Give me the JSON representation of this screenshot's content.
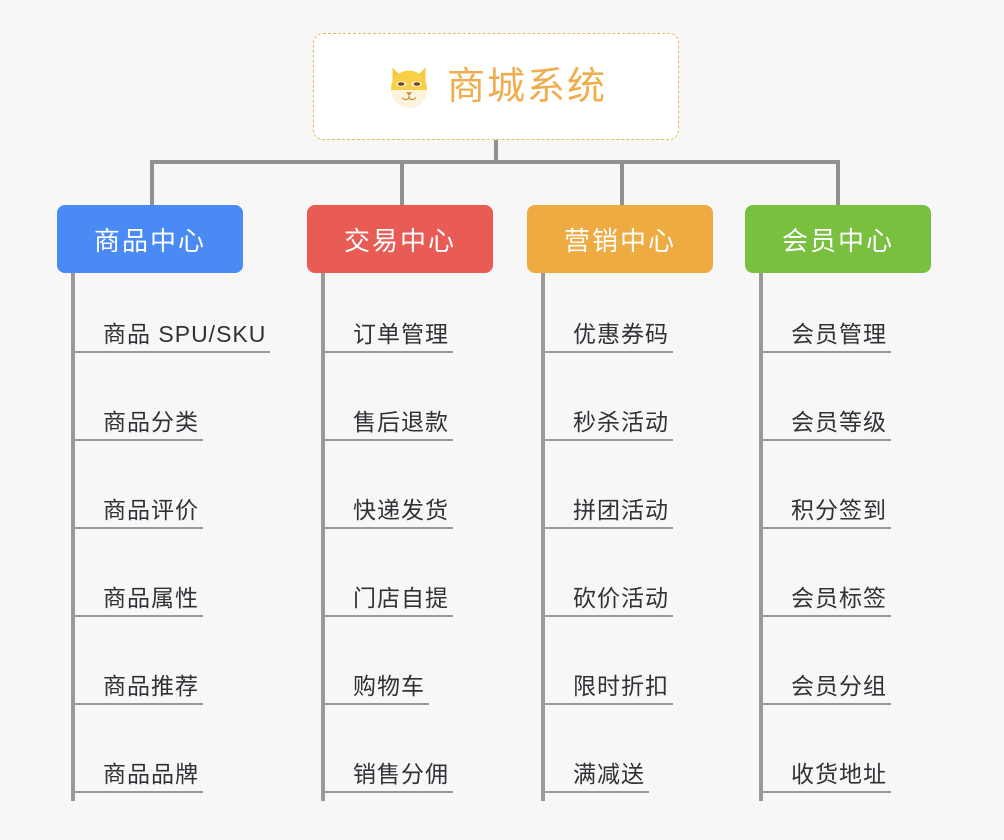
{
  "root": {
    "title": "商城系统",
    "icon": "shiba-dog-icon",
    "border_color": "#e8b860",
    "text_color": "#f0ad4e",
    "background": "#ffffff"
  },
  "connector_color": "#919191",
  "background": "#f7f7f7",
  "columns": [
    {
      "title": "商品中心",
      "color": "#4a8af4",
      "items": [
        "商品 SPU/SKU",
        "商品分类",
        "商品评价",
        "商品属性",
        "商品推荐",
        "商品品牌"
      ]
    },
    {
      "title": "交易中心",
      "color": "#e85c55",
      "items": [
        "订单管理",
        "售后退款",
        "快递发货",
        "门店自提",
        "购物车",
        "销售分佣"
      ]
    },
    {
      "title": "营销中心",
      "color": "#eeab41",
      "items": [
        "优惠券码",
        "秒杀活动",
        "拼团活动",
        "砍价活动",
        "限时折扣",
        "满减送"
      ]
    },
    {
      "title": "会员中心",
      "color": "#79c040",
      "items": [
        "会员管理",
        "会员等级",
        "积分签到",
        "会员标签",
        "会员分组",
        "收货地址"
      ]
    }
  ]
}
